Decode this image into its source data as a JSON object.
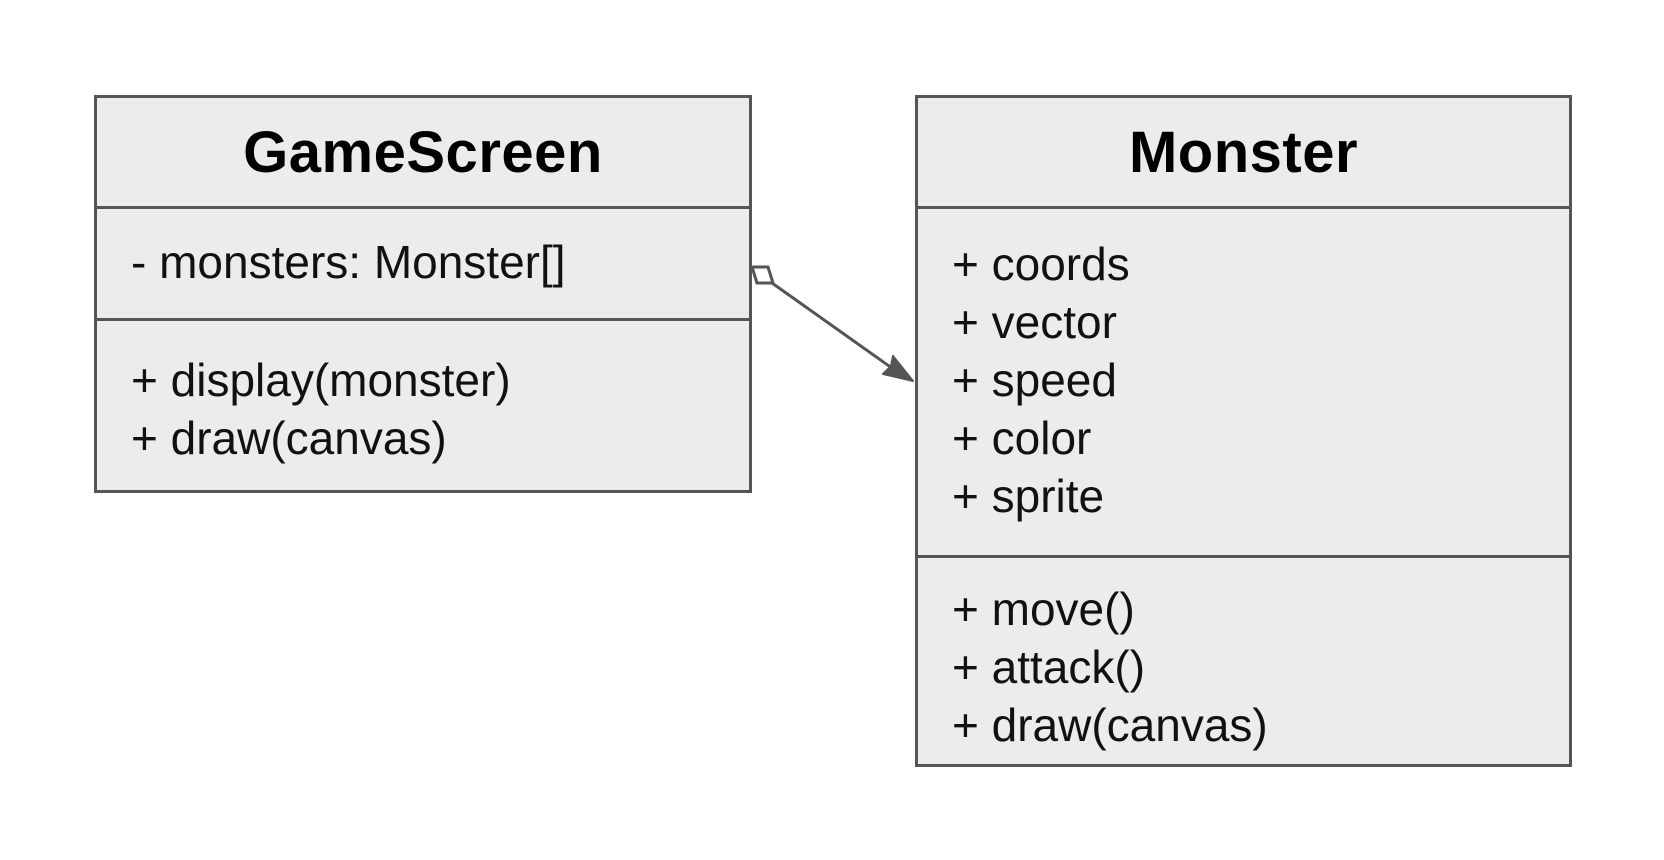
{
  "colors": {
    "box_fill": "#ececec",
    "border": "#555555",
    "text": "#111111"
  },
  "classes": {
    "gamescreen": {
      "name": "GameScreen",
      "attributes": [
        "- monsters: Monster[]"
      ],
      "operations": [
        "+ display(monster)",
        "+ draw(canvas)"
      ]
    },
    "monster": {
      "name": "Monster",
      "attributes": [
        "+ coords",
        "+ vector",
        "+ speed",
        "+ color",
        "+ sprite"
      ],
      "operations": [
        "+ move()",
        "+ attack()",
        "+ draw(canvas)"
      ]
    }
  },
  "relationship": {
    "type": "aggregation",
    "from": "GameScreen",
    "to": "Monster"
  }
}
